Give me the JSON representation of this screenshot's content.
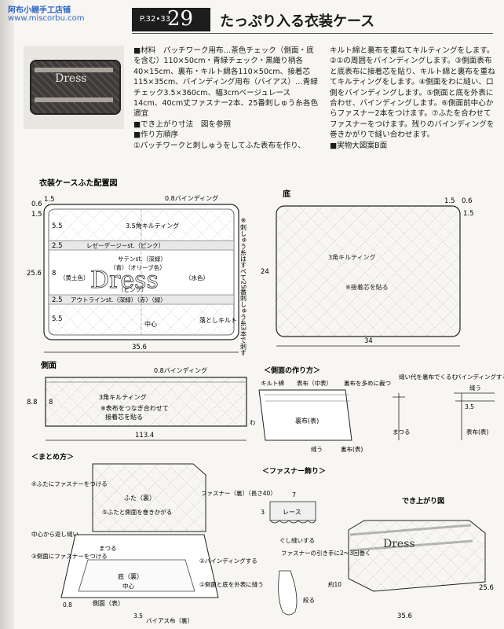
{
  "watermark": {
    "line1": "阿布小鲤手工店铺",
    "line2": "www.miscorbu.com"
  },
  "header": {
    "page_ref": "P.32•33",
    "number": "29",
    "title": "たっぷり入る衣装ケース"
  },
  "photo": {
    "embroidery": "Dress"
  },
  "instructions": {
    "col1": "■材料　パッチワーク用布…茶色チェック（側面・底を含む）110×50cm・青緑チェック・黒織り柄各40×15cm、裏布・キルト綿各110×50cm、接着芯115×35cm、バインディング用布（バイアス）…青緑チェック3.5×360cm、幅3cmベージュレース14cm、40cm丈ファスナー2本、25番刺しゅう糸各色適宜\n■でき上がり寸法　図を参照\n■作り方順序\n①パッチワークと刺しゅうをしてふた表布を作り、",
    "col2": "キルト綿と裏布を重ねてキルティングをします。②①の周囲をバインディングします。③側面表布と底表布に接着芯を貼り、キルト綿と裏布を重ねてキルティングをします。④側面をわに縫い、口側をバインディングします。⑤側面と底を外表に合わせ、バインディングします。⑥側面前中心からファスナー2本をつけます。⑦ふたを合わせてファスナーをつけます。残りのバインディングを巻きかがりで縫い合わせます。\n■実物大図案B面"
  },
  "lid_diagram": {
    "heading": "衣装ケースふた配置図",
    "dims": {
      "w": "35.6",
      "h": "25.6",
      "a": "1.5",
      "b": "0.6",
      "c": "1.5",
      "d": "5.5",
      "e": "2.5",
      "f": "8",
      "g": "2.5",
      "h2": "5.5"
    },
    "binding": "0.8バインディング",
    "quilt": "3.5角キルティング",
    "row1": "レゼーデージーst.（ピンク）",
    "row2": "アウトラインst.（深緑）（赤）（緑）",
    "satin": "サテンst.（深緑）",
    "ao": "（青）（オリーブ色）",
    "pink": "（ピンク）",
    "yellow": "（黄土色）",
    "water": "（水色）",
    "center": "中心",
    "otoshi": "落としキルト",
    "note": "※刺しゅう糸はすべて25番刺しゅう糸3本で刺す",
    "dress": "Dress"
  },
  "bottom_diagram": {
    "heading": "底",
    "quilt": "3角キルティング",
    "note": "※接着芯を貼る",
    "w": "34",
    "h": "24",
    "a": "1.5",
    "b": "0.6",
    "c": "1.5"
  },
  "side_diagram": {
    "heading": "側面",
    "binding": "0.8バインディング",
    "quilt": "3角キルティング",
    "note1": "※表布をつなぎ合わせて",
    "note2": "接着芯を貼る",
    "h": "8.8",
    "h2": "8",
    "w": "113.4"
  },
  "side_make": {
    "heading": "＜側面の作り方＞",
    "l1": "キルト綿",
    "l2": "表布（中表）",
    "l3": "裏布を多めに裁つ",
    "l4": "裏布(表)",
    "l5": "縫う",
    "l6": "裏布(表)",
    "l7": "わ",
    "l8": "縫い代を裏布でくるむ",
    "l9": "まつる",
    "l10": "バインディングする",
    "l11": "縫う",
    "l12": "3.5",
    "l13": "表布(表)"
  },
  "assembly": {
    "heading": "＜まとめ方＞",
    "s4": "④ふたにファスナーをつける",
    "zip": "ファスナー（裏）（長さ40）",
    "lid": "ふた（裏）",
    "s5": "⑤ふたと側面を巻きかがる",
    "back": "中心から返し縫い",
    "matsuru": "まつる",
    "s3": "③側面にファスナーをつける",
    "bottom": "底（裏）",
    "center": "中心",
    "s2": "②バインディングする",
    "s1": "①側面と底を外表に縫う",
    "side": "側面（表）",
    "d08": "0.8",
    "bias": "バイアス布（裏）",
    "d35": "3.5"
  },
  "zipper_deco": {
    "heading": "＜ファスナー飾り＞",
    "lace": "レース",
    "seven": "7",
    "three": "3",
    "kushi": "ぐし縫いする",
    "attach": "ファスナーの引き手に2～3回巻く",
    "shiboru": "絞る"
  },
  "finished": {
    "heading": "でき上がり図",
    "h": "約10",
    "d": "25.6",
    "w": "35.6",
    "dress": "Dress"
  }
}
